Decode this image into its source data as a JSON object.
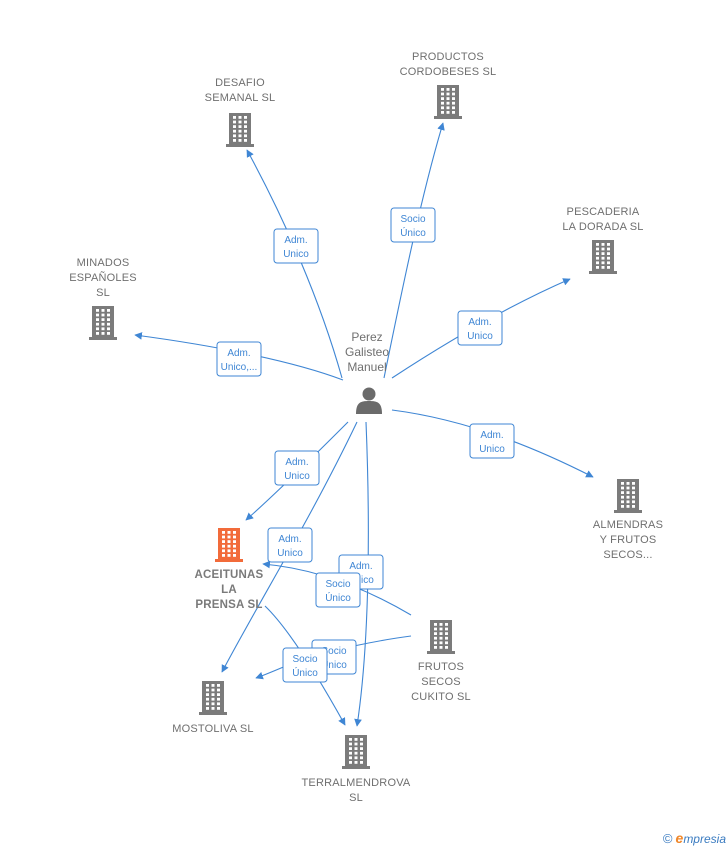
{
  "person": {
    "lines": [
      "Perez",
      "Galisteo",
      "Manuel"
    ],
    "icon": "person-icon"
  },
  "companies": [
    {
      "id": "desafio",
      "lines": [
        "DESAFIO",
        "SEMANAL  SL"
      ],
      "icon": "building-icon",
      "focus": false
    },
    {
      "id": "productos",
      "lines": [
        "PRODUCTOS",
        "CORDOBESES SL"
      ],
      "icon": "building-icon",
      "focus": false
    },
    {
      "id": "pescaderia",
      "lines": [
        "PESCADERIA",
        "LA DORADA SL"
      ],
      "icon": "building-icon",
      "focus": false
    },
    {
      "id": "minados",
      "lines": [
        "MINADOS",
        "ESPAÑOLES",
        "SL"
      ],
      "icon": "building-icon",
      "focus": false
    },
    {
      "id": "almendras",
      "lines": [
        "ALMENDRAS",
        "Y FRUTOS",
        "SECOS..."
      ],
      "icon": "building-icon",
      "focus": false
    },
    {
      "id": "aceitunas",
      "lines": [
        "ACEITUNAS",
        "LA",
        "PRENSA  SL"
      ],
      "icon": "building-icon",
      "focus": true
    },
    {
      "id": "frutos",
      "lines": [
        "FRUTOS",
        "SECOS",
        "CUKITO SL"
      ],
      "icon": "building-icon",
      "focus": false
    },
    {
      "id": "mostoliva",
      "lines": [
        "MOSTOLIVA  SL"
      ],
      "icon": "building-icon",
      "focus": false
    },
    {
      "id": "terralmendrova",
      "lines": [
        "TERRALMENDROVA",
        "SL"
      ],
      "icon": "building-icon",
      "focus": false
    }
  ],
  "edges": [
    {
      "id": "e-desafio",
      "lines": [
        "Adm.",
        "Unico"
      ]
    },
    {
      "id": "e-productos",
      "lines": [
        "Socio",
        "Único"
      ]
    },
    {
      "id": "e-pescaderia",
      "lines": [
        "Adm.",
        "Unico"
      ]
    },
    {
      "id": "e-minados",
      "lines": [
        "Adm.",
        "Unico,..."
      ]
    },
    {
      "id": "e-almendras",
      "lines": [
        "Adm.",
        "Unico"
      ]
    },
    {
      "id": "e-aceitunas",
      "lines": [
        "Adm.",
        "Unico"
      ]
    },
    {
      "id": "e-mostoliva",
      "lines": [
        "Adm.",
        "Unico"
      ]
    },
    {
      "id": "e-terralmendrova",
      "lines": [
        "Adm.",
        "Unico"
      ]
    },
    {
      "id": "e-frutos-aceitunas",
      "lines": [
        "Socio",
        "Único"
      ]
    },
    {
      "id": "e-frutos-terral",
      "lines": [
        "Socio",
        "Único"
      ]
    },
    {
      "id": "e-aceitunas-mostoliva",
      "lines": [
        "Socio",
        "Único"
      ]
    }
  ],
  "colors": {
    "edge": "#3f86d4",
    "building": "#7b7b7b",
    "focus": "#f26b3a",
    "person": "#6b6b6b"
  },
  "brand": {
    "copyright": "©",
    "first_letter": "e",
    "rest": "mpresia"
  }
}
